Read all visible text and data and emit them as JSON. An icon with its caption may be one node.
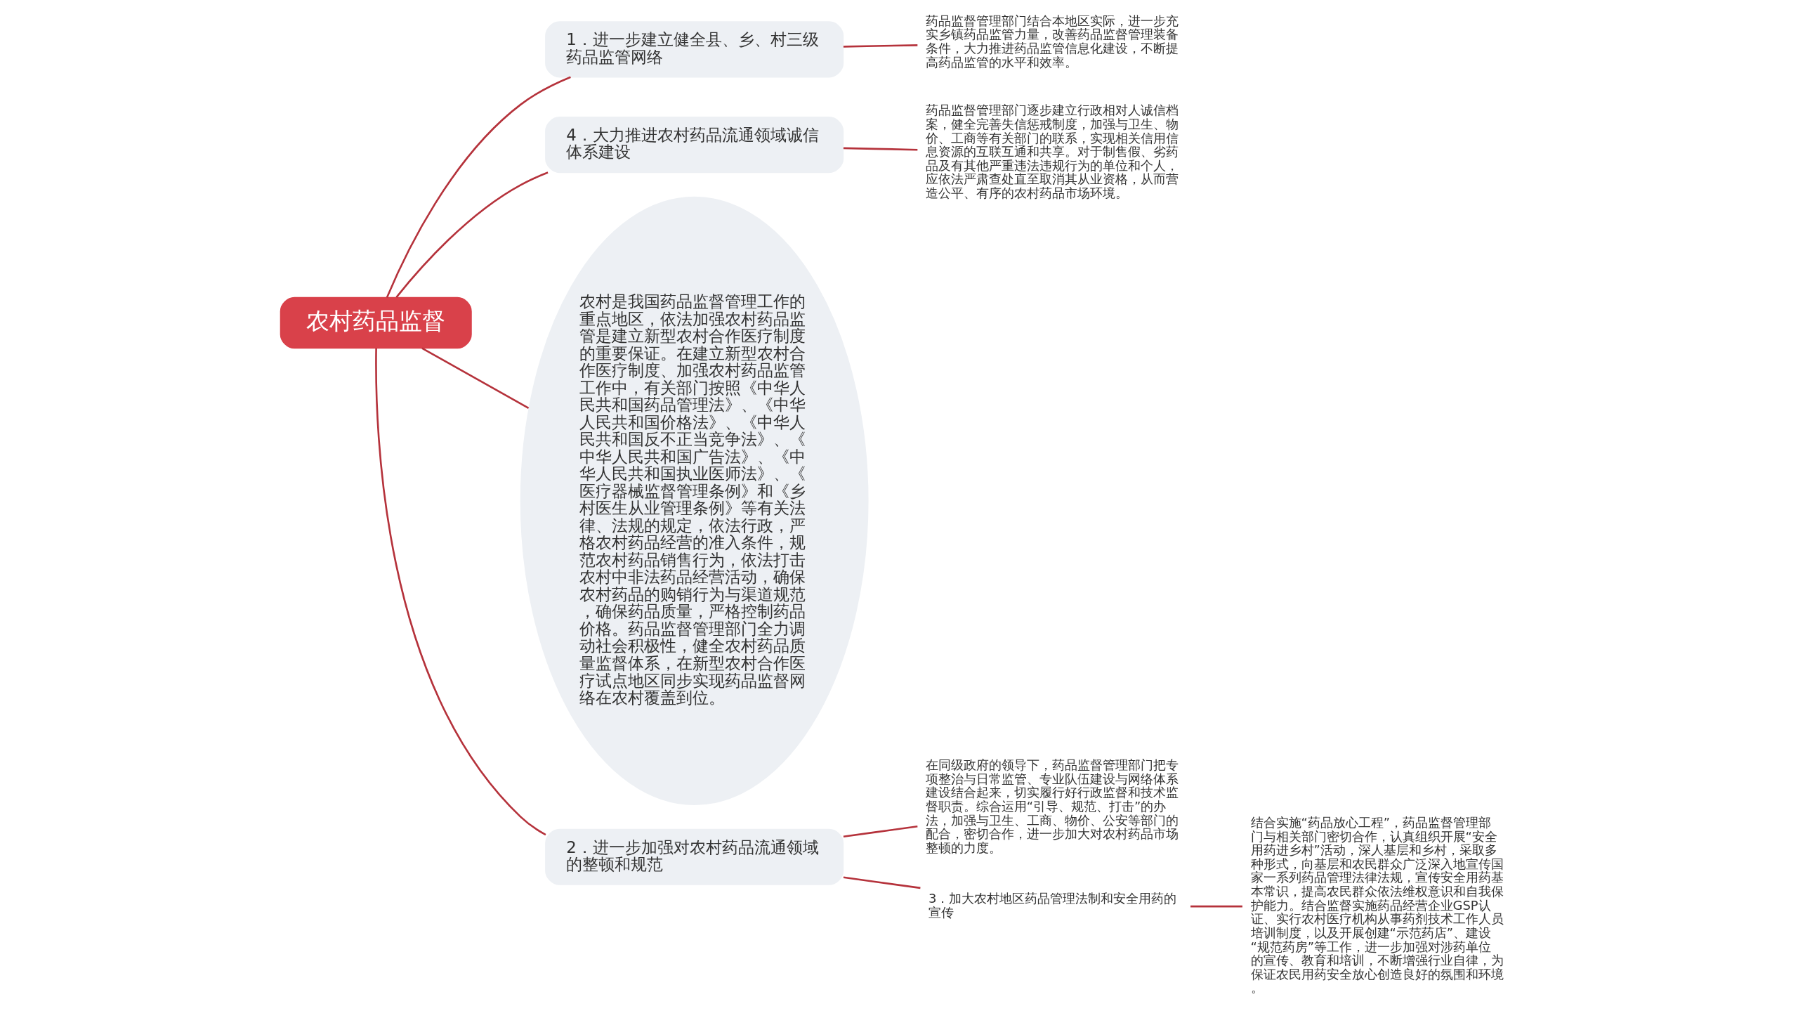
{
  "diagram": {
    "nodes": [
      {
        "text": [
          "农村药品监督"
        ]
      },
      {
        "text": [
          "1．进一步建立健全县、乡、村三级药品监管网络"
        ]
      },
      {
        "text": [
          "药品监督管理部门结合本地区实际，进一步充实乡镇药品监管力量，改善药品监督管理装备条件，大力推进药品监管信息化建设，不断提高药品监管的水平和效率。"
        ]
      },
      {
        "text": [
          "4．大力推进农村药品流通领域诚信体系建设"
        ]
      },
      {
        "text": [
          "药品监督管理部门逐步建立行政相对人诚信档案，健全完善失信惩戒制度，加强与卫生、物价、工商等有关部门的联系，实现相关信用信息资源的互联互通和共享。对于制售假、劣药品及有其他严重违法违规行为的单位和个人，应依法严肃查处直至取消其从业资格，从而营造公平、有序的农村药品市场环境。"
        ]
      },
      {
        "text": [
          "农村是我国药品监督管理工作的重点地区，依法加强农村药品监管是建立新型农村合作医疗制度的重要保证。在建立新型农村合作医疗制度、加强农村药品监管工作中，有关部门按照《中华人民共和国药品管理法》、《中华人民共和国价格法》、《中华人民共和国反不正当竞争法》、《中华人民共和国广告法》、《中华人民共和国执业医师法》、《医疗器械监督管理条例》和《乡村医生从业管理条例》等有关法律、法规的规定，依法行政，严格农村药品经营的准入条件，规范农村药品销售行为，依法打击农村中非法药品经营活动，确保农村药品的购销行为与渠道规范，确保药品质量，严格控制药品价格。药品监督管理部门全力调动社会积极性，健全农村药品质量监督体系，在新型农村合作医疗试点地区同步实现药品监督网络在农村覆盖到位。"
        ]
      },
      {
        "text": [
          "2．进一步加强对农村药品流通领域的整顿和规范"
        ]
      },
      {
        "text": [
          "在同级政府的领导下，药品监督管理部门把专项整治与日常监管、专业队伍建设与网络体系建设结合起来，切实履行好行政监督和技术监督职责。综合运用“引导、规范、打击”的办法，加强与卫生、工商、物价、公安等部门的配合，密切合作，进一步加大对农村药品市场整顿的力度。"
        ]
      },
      {
        "text": [
          "3．加大农村地区药品管理法制和安全用药的宣传"
        ]
      },
      {
        "text": [
          "结合实施“药品放心工程”，药品监督管理部门与相关部门密切合作，认真组织开展“安全用药进乡村”活动，深人基层和乡村，采取多种形式，向基层和农民群众广泛深入地宣传国家一系列药品管理法律法规，宣传安全用药基本常识，提高农民群众依法维权意识和自我保护能力。结合监督实施药品经营企业GSP认证、实行农村医疗机构从事药剂技术工作人员培训制度，以及开展创建“示范药店”、建设“规范药房”等工作，进一步加强对涉药单位的宣传、教育和培训，不断增强行业自律，为保证农民用药安全放心创造良好的氛围和环境。"
        ]
      }
    ],
    "edges": [
      {
        "from": 0,
        "to": 1,
        "arrow": "none"
      },
      {
        "from": 1,
        "to": 2,
        "arrow": "none"
      },
      {
        "from": 0,
        "to": 3,
        "arrow": "none"
      },
      {
        "from": 3,
        "to": 4,
        "arrow": "none"
      },
      {
        "from": 0,
        "to": 5,
        "arrow": "none"
      },
      {
        "from": 0,
        "to": 6,
        "arrow": "none"
      },
      {
        "from": 6,
        "to": 7,
        "arrow": "none"
      },
      {
        "from": 6,
        "to": 8,
        "arrow": "none"
      },
      {
        "from": 8,
        "to": 9,
        "arrow": "none"
      }
    ]
  }
}
